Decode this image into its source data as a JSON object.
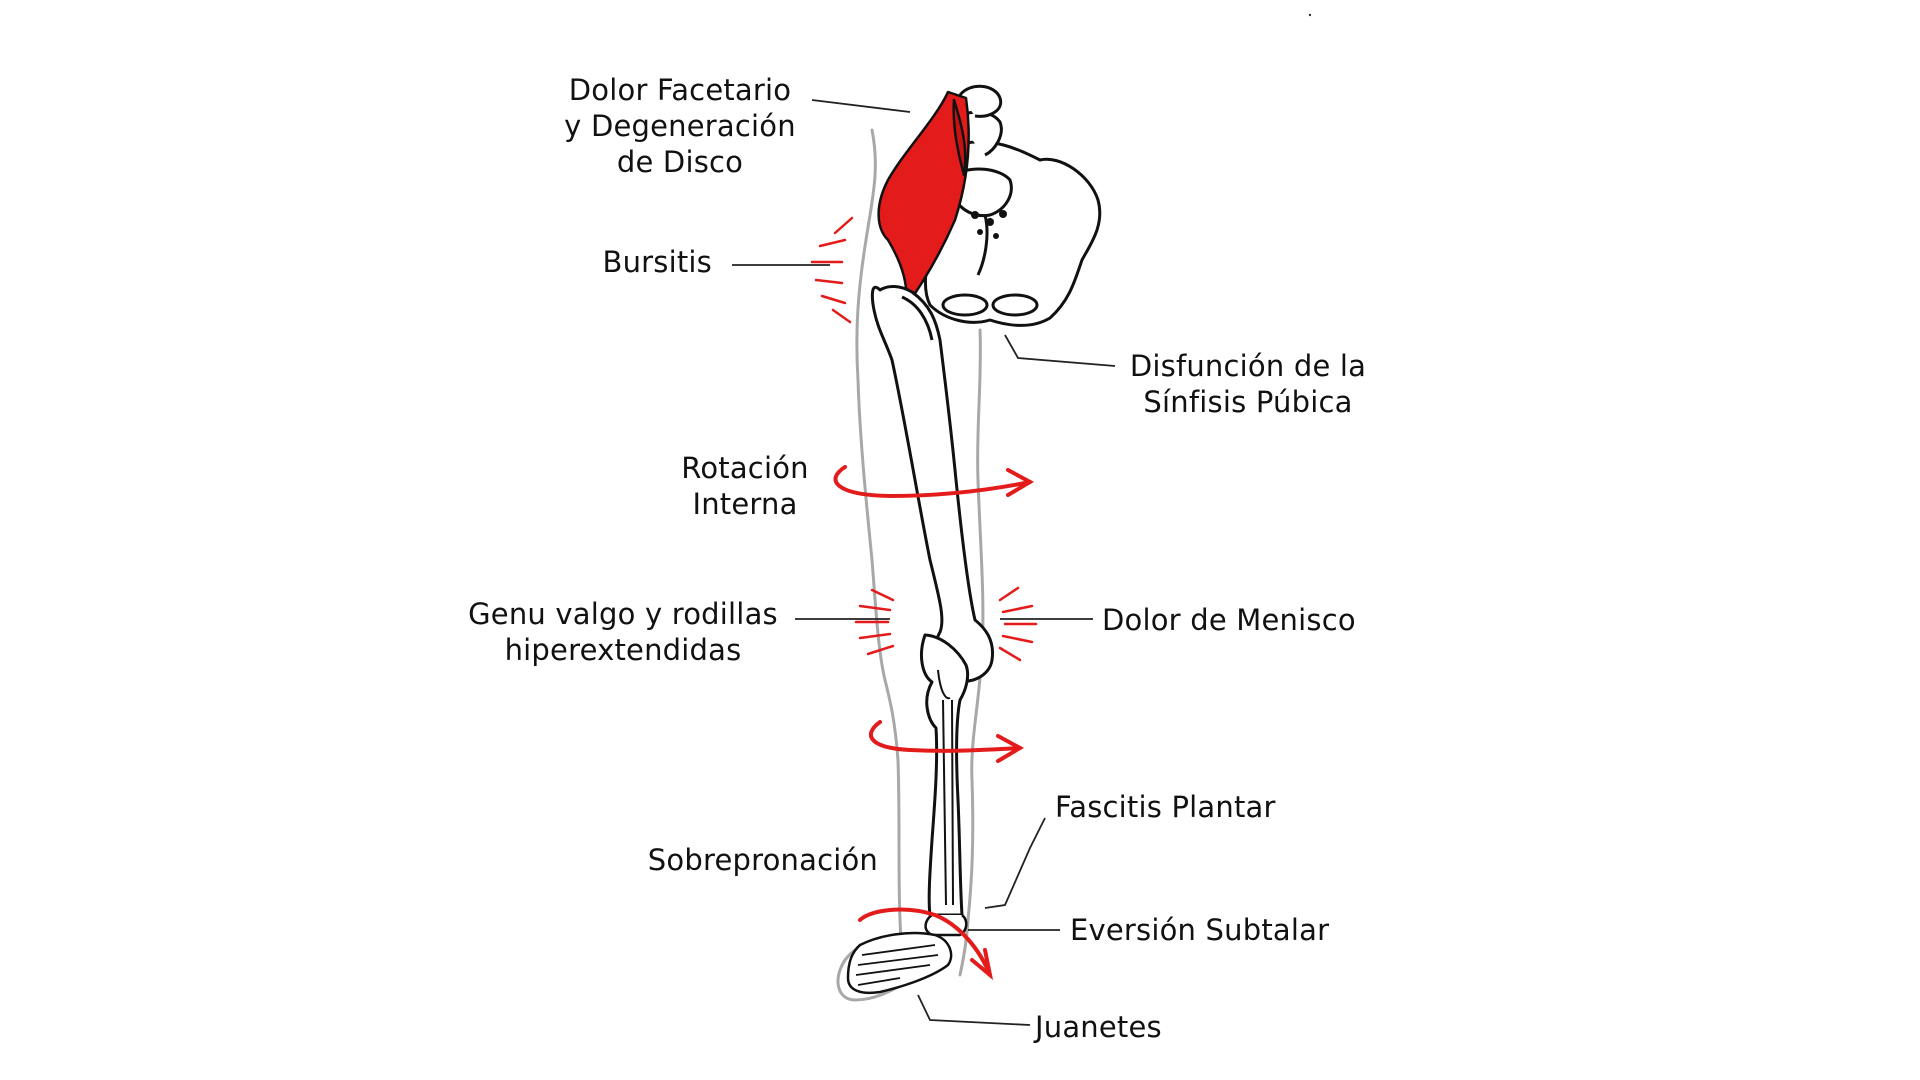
{
  "colors": {
    "accent": "#e31b1b",
    "bone": "#111111",
    "outline": "#a8a8a8",
    "leader": "#222222",
    "text": "#111111"
  },
  "labels": {
    "facet": [
      "Dolor Facetario",
      "y Degeneración",
      "de Disco"
    ],
    "bursitis": [
      "Bursitis"
    ],
    "pubic": [
      "Disfunción de la",
      "Sínfisis Púbica"
    ],
    "rotation": [
      "Rotación",
      "Interna"
    ],
    "genu": [
      "Genu valgo y rodillas",
      "hiperextendidas"
    ],
    "meniscus": [
      "Dolor de Menisco"
    ],
    "plantar": [
      "Fascitis Plantar"
    ],
    "overpronation": [
      "Sobrepronación"
    ],
    "subtalar": [
      "Eversión Subtalar"
    ],
    "bunions": [
      "Juanetes"
    ]
  }
}
